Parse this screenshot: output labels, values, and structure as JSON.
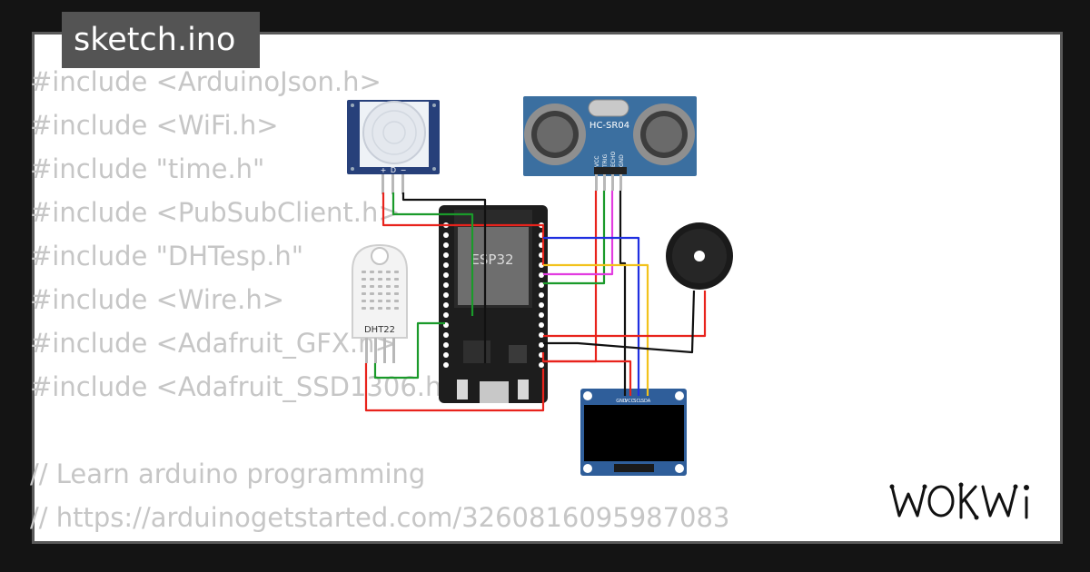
{
  "file_tab": {
    "label": "sketch.ino"
  },
  "code_lines": [
    "#include <ArduinoJson.h>",
    "#include <WiFi.h>",
    "#include \"time.h\"",
    "#include <PubSubClient.h>",
    "#include \"DHTesp.h\"",
    "#include <Wire.h>",
    "#include <Adafruit_GFX.h>",
    "#include <Adafruit_SSD1306.h>",
    "",
    "// Learn arduino programming",
    "// https://arduinogetstarted.com/3260816095987083"
  ],
  "parts": {
    "pir": {
      "pins": [
        "+",
        "D",
        "−"
      ]
    },
    "ultrasonic": {
      "label": "HC-SR04",
      "pins": [
        "VCC",
        "TRIG",
        "ECHO",
        "GND"
      ]
    },
    "esp32": {
      "label": "ESP32"
    },
    "dht": {
      "label": "DHT22"
    },
    "oled": {
      "pins": [
        "GND",
        "VCC",
        "SCL",
        "SDA"
      ]
    }
  },
  "wire_colors": {
    "red": "#e8231c",
    "black": "#111111",
    "green": "#1a9a2a",
    "blue": "#1f2fe0",
    "yellow": "#f2c21c",
    "magenta": "#e23ce0"
  },
  "logo": {
    "text": "WOKWi"
  }
}
